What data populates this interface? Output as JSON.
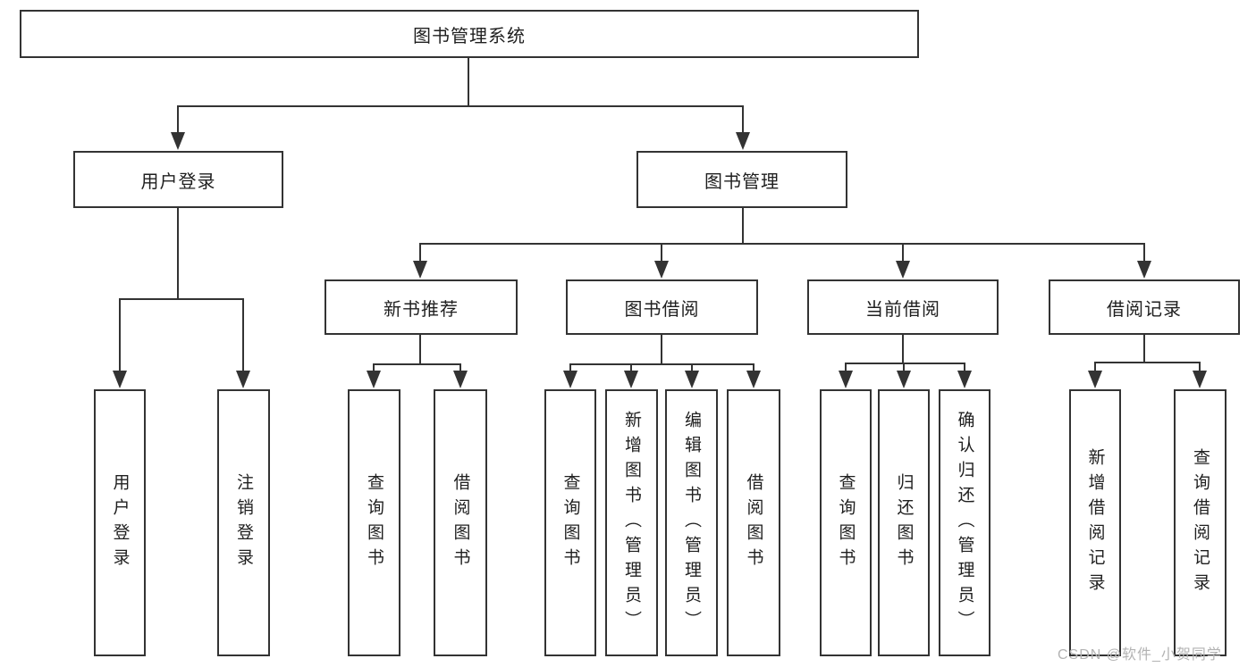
{
  "diagram": {
    "root": {
      "label": "图书管理系统"
    },
    "branches": [
      {
        "label": "用户登录",
        "children": [
          {
            "label": "用户登录"
          },
          {
            "label": "注销登录"
          }
        ]
      },
      {
        "label": "图书管理",
        "children": [
          {
            "label": "新书推荐",
            "children": [
              {
                "label": "查询图书"
              },
              {
                "label": "借阅图书"
              }
            ]
          },
          {
            "label": "图书借阅",
            "children": [
              {
                "label": "查询图书"
              },
              {
                "label": "新增图书（管理员）"
              },
              {
                "label": "编辑图书（管理员）"
              },
              {
                "label": "借阅图书"
              }
            ]
          },
          {
            "label": "当前借阅",
            "children": [
              {
                "label": "查询图书"
              },
              {
                "label": "归还图书"
              },
              {
                "label": "确认归还（管理员）"
              }
            ]
          },
          {
            "label": "借阅记录",
            "children": [
              {
                "label": "新增借阅记录"
              },
              {
                "label": "查询借阅记录"
              }
            ]
          }
        ]
      }
    ]
  },
  "watermark": {
    "text": "CSDN @软件_小贺同学"
  },
  "colors": {
    "line": "#333333",
    "box_border": "#333333",
    "text": "#1f1f1f",
    "watermark": "#b3b3b3",
    "background": "#ffffff"
  }
}
